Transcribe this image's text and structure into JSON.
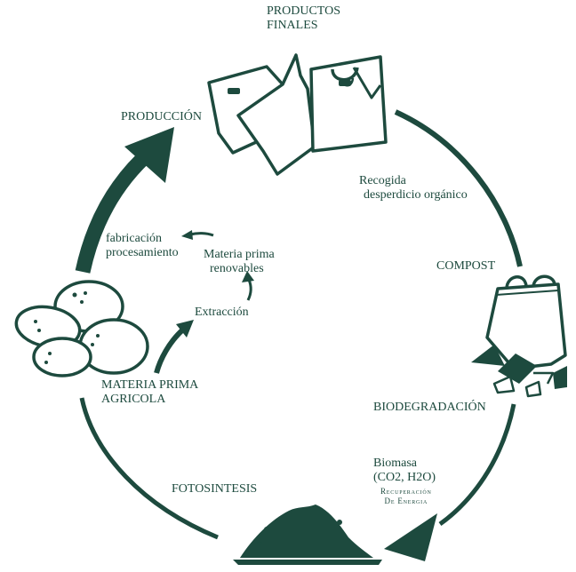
{
  "colors": {
    "primary": "#1d4a3e",
    "background": "#ffffff"
  },
  "labels": {
    "productos_finales": [
      "PRODUCTOS",
      "FINALES"
    ],
    "produccion": "PRODUCCIÓN",
    "recogida": [
      "Recogida",
      "desperdicio orgánico"
    ],
    "compost": "COMPOST",
    "fabricacion": [
      "fabricación",
      "procesamiento"
    ],
    "materia_prima_renovables": [
      "Materia prima",
      "renovables"
    ],
    "extraccion": "Extracción",
    "materia_prima_agricola": [
      "MATERIA PRIMA",
      "AGRICOLA"
    ],
    "biodegradacion": "BIODEGRADACIÓN",
    "biomasa": [
      "Biomasa",
      "(CO2, H2O)"
    ],
    "recuperacion": [
      "Recuperación",
      "De Energia"
    ],
    "fotosintesis": "FOTOSINTESIS"
  },
  "icons": [
    "bags-icon",
    "compost-bag-icon",
    "potatoes-icon",
    "soil-mound-icon"
  ]
}
